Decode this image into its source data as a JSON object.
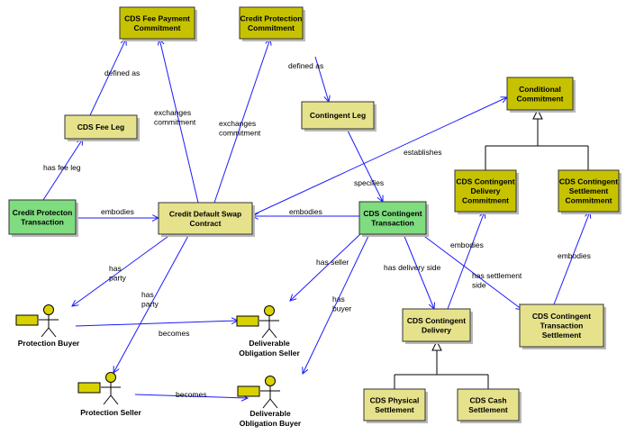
{
  "colors": {
    "dark_olive": "#c6c200",
    "light_olive": "#e6e28c",
    "green": "#7fdc7f",
    "actor_fill": "#d9d200",
    "arrow": "#1a1aff",
    "line_black": "#000000"
  },
  "nodes": {
    "cds_fee_payment_commitment": [
      "CDS Fee Payment",
      "Commitment"
    ],
    "credit_protection_commitment": [
      "Credit Protection",
      "Commitment"
    ],
    "cds_fee_leg": [
      "CDS Fee Leg"
    ],
    "contingent_leg": [
      "Contingent Leg"
    ],
    "conditional_commitment": [
      "Conditional",
      "Commitment"
    ],
    "credit_protection_transaction": [
      "Credit Protecton",
      "Transaction"
    ],
    "credit_default_swap_contract": [
      "Credit Default Swap",
      "Contract"
    ],
    "cds_contingent_transaction": [
      "CDS Contingent",
      "Transaction"
    ],
    "cds_contingent_delivery_commitment": [
      "CDS Contingent",
      "Delivery",
      "Commitment"
    ],
    "cds_contingent_settlement_commitment": [
      "CDS Contingent",
      "Settlement",
      "Commitment"
    ],
    "cds_contingent_delivery": [
      "CDS Contingent",
      "Delivery"
    ],
    "cds_contingent_transaction_settlement": [
      "CDS Contingent",
      "Transaction",
      "Settlement"
    ],
    "cds_physical_settlement": [
      "CDS Physical",
      "Settlement"
    ],
    "cds_cash_settlement": [
      "CDS Cash",
      "Settlement"
    ]
  },
  "actors": {
    "protection_buyer": [
      "Protection Buyer"
    ],
    "protection_seller": [
      "Protection Seller"
    ],
    "deliverable_obligation_seller": [
      "Deliverable",
      "Obligation Seller"
    ],
    "deliverable_obligation_buyer": [
      "Deliverable",
      "Obligation Buyer"
    ]
  },
  "edge_labels": {
    "defined_as_fee": [
      "defined as"
    ],
    "defined_as_contingent": [
      "defined as"
    ],
    "exchanges_commitment_left": [
      "exchanges",
      "commitment"
    ],
    "exchanges_commitment_right": [
      "exchanges",
      "commitment"
    ],
    "has_fee_leg": [
      "has fee leg"
    ],
    "establishes": [
      "establishes"
    ],
    "embodies_left": [
      "embodies"
    ],
    "embodies_right": [
      "embodies"
    ],
    "specifies": [
      "specifies"
    ],
    "has_party": [
      "has",
      "party"
    ],
    "has_party_2": [
      "has",
      "party"
    ],
    "becomes_1": [
      "becomes"
    ],
    "becomes_2": [
      "becomes"
    ],
    "has_seller": [
      "has seller"
    ],
    "has_buyer": [
      "has",
      "buyer"
    ],
    "has_delivery_side": [
      "has delivery side"
    ],
    "has_settlement_side": [
      "has settlement",
      "side"
    ],
    "embodies_delivery": [
      "embodies"
    ],
    "embodies_settlement": [
      "embodies"
    ]
  }
}
